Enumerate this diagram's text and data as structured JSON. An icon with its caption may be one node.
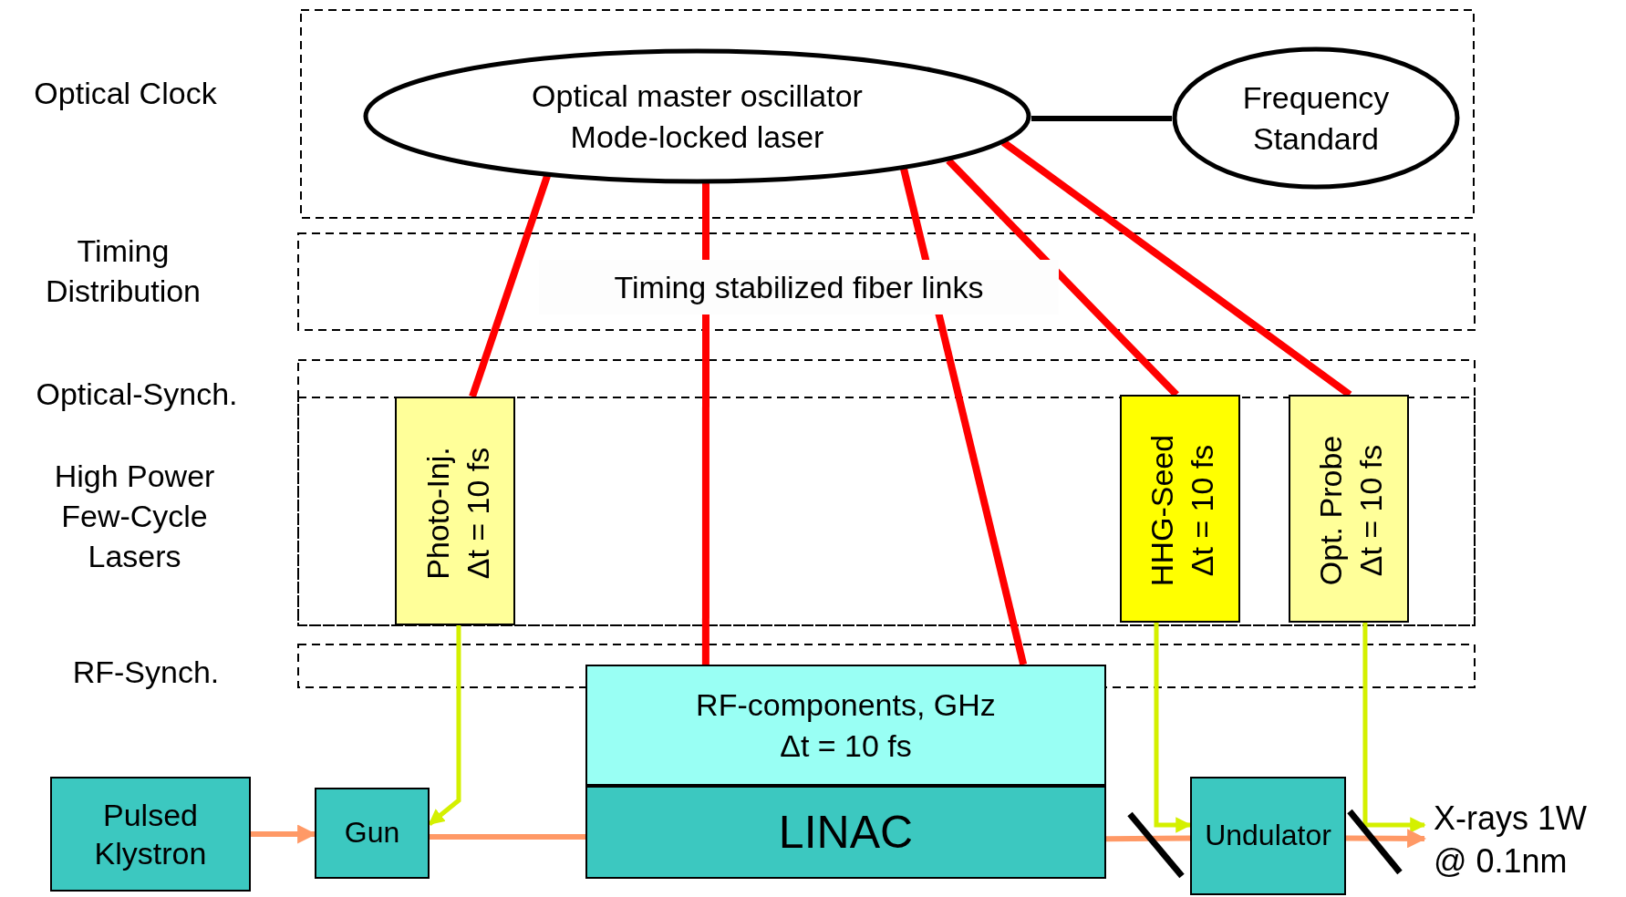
{
  "diagram": {
    "nodes": [
      {
        "text": [
          "Optical master oscillator",
          "Mode-locked laser"
        ]
      },
      {
        "text": [
          "Frequency Standard"
        ]
      },
      {
        "text": [
          "Photo-Inj.",
          "Δt = 10 fs"
        ]
      },
      {
        "text": [
          "HHG-Seed",
          "Δt = 10 fs"
        ]
      },
      {
        "text": [
          "Opt. Probe",
          "Δt = 10 fs"
        ]
      },
      {
        "text": [
          "RF-components, GHz",
          "Δt = 10 fs"
        ]
      },
      {
        "text": [
          "LINAC"
        ]
      },
      {
        "text": [
          "Pulsed Klystron"
        ]
      },
      {
        "text": [
          "Gun"
        ]
      },
      {
        "text": [
          "Undulator"
        ]
      },
      {
        "text": [
          "X-rays 1W @ 0.1nm"
        ]
      }
    ],
    "edges": [
      {
        "from": 0,
        "to": 1,
        "arrow": "none",
        "color": "#000000"
      },
      {
        "from": 0,
        "to": 2,
        "arrow": "none"
      },
      {
        "from": 0,
        "to": 5,
        "arrow": "none"
      },
      {
        "from": 0,
        "to": 5,
        "arrow": "none"
      },
      {
        "from": 0,
        "to": 3,
        "arrow": "none"
      },
      {
        "from": 0,
        "to": 4,
        "arrow": "none"
      },
      {
        "from": 2,
        "to": 8,
        "arrow": "to",
        "color": "#d4f000"
      },
      {
        "from": 3,
        "to": 9,
        "arrow": "to",
        "color": "#d4f000"
      },
      {
        "from": 4,
        "to": 10,
        "arrow": "to",
        "color": "#d4f000"
      },
      {
        "from": 7,
        "to": 8,
        "arrow": "to",
        "color": "#ff9966"
      },
      {
        "from": 8,
        "to": 6,
        "arrow": "none",
        "color": "#ff9966"
      },
      {
        "from": 6,
        "to": 9,
        "arrow": "none",
        "color": "#ff9966"
      },
      {
        "from": 9,
        "to": 10,
        "arrow": "to",
        "color": "#ff9966"
      }
    ],
    "labels": [
      "Optical Clock",
      "Timing Distribution",
      "Timing stabilized fiber links",
      "Optical-Synch.",
      "High Power Few-Cycle Lasers",
      "RF-Synch."
    ]
  }
}
